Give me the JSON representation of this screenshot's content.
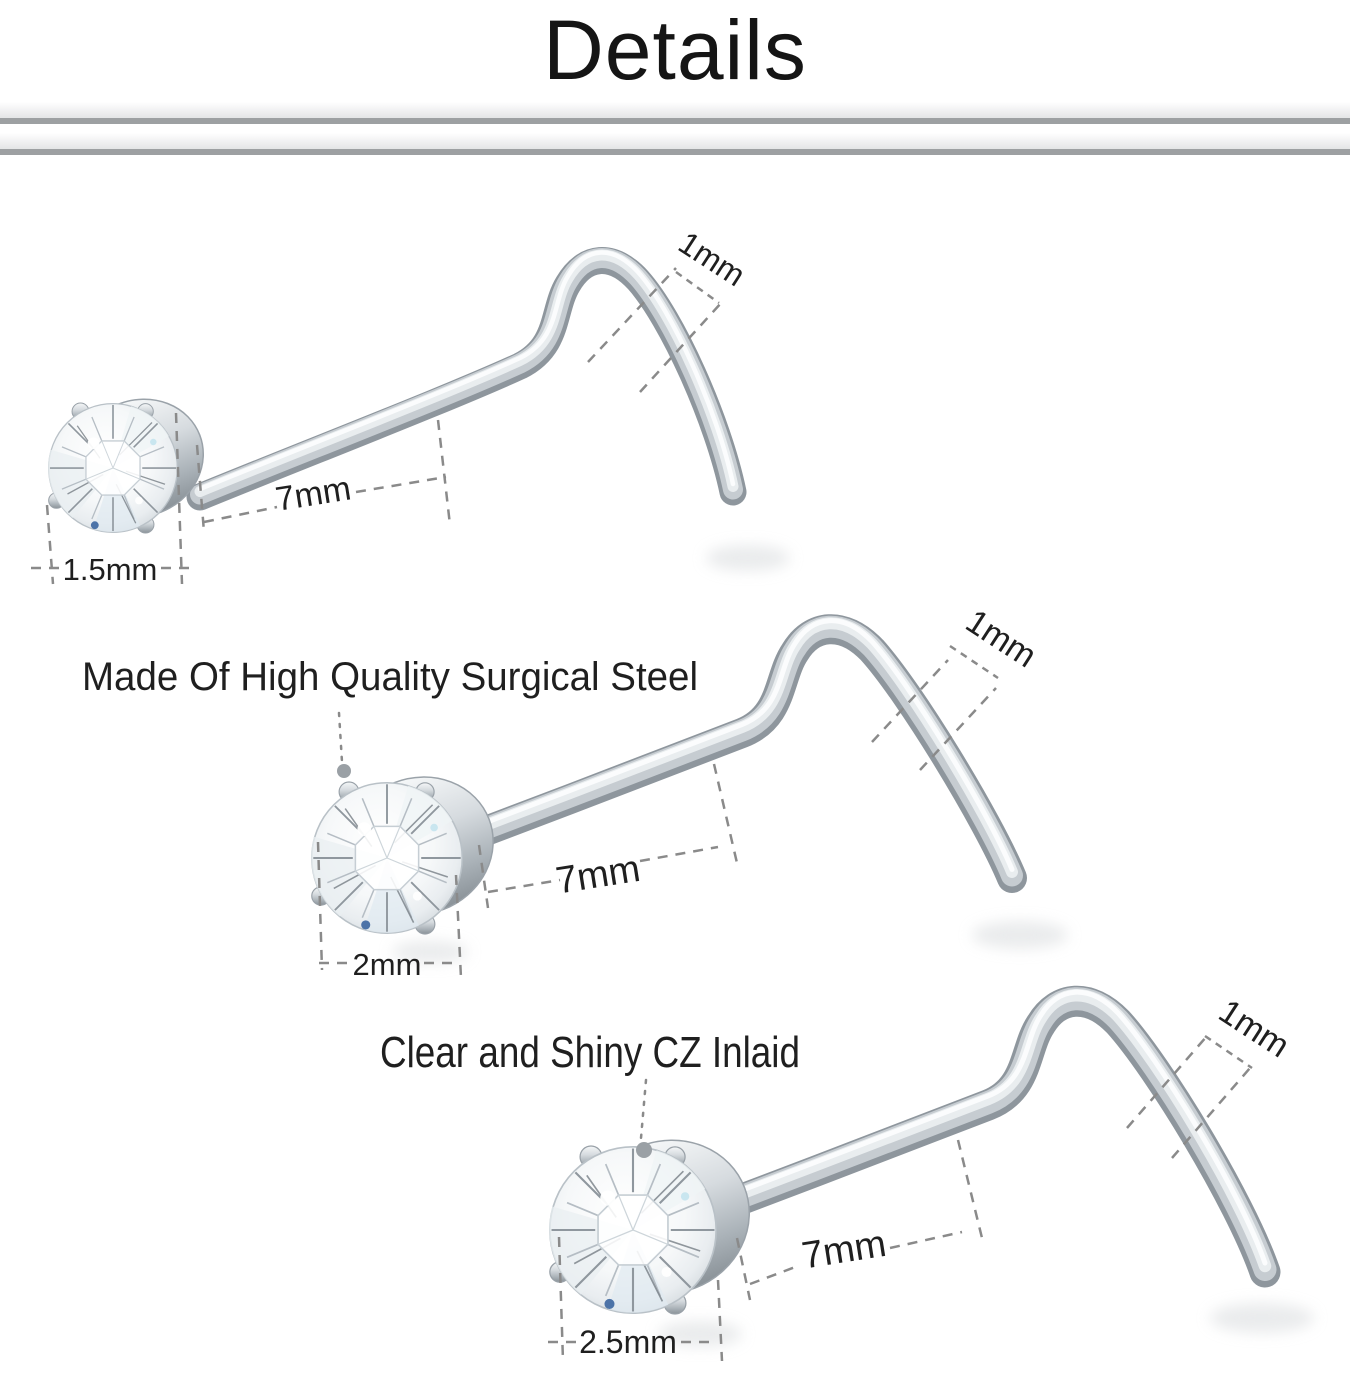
{
  "page": {
    "title": "Details"
  },
  "notes": {
    "material": "Made Of High Quality Surgical Steel",
    "stone": "Clear and Shiny CZ Inlaid"
  },
  "screws": [
    {
      "id": "top",
      "gem_size_label": "1.5mm",
      "bar_length_label": "7mm",
      "wire_gauge_label": "1mm"
    },
    {
      "id": "middle",
      "gem_size_label": "2mm",
      "bar_length_label": "7mm",
      "wire_gauge_label": "1mm"
    },
    {
      "id": "bottom",
      "gem_size_label": "2.5mm",
      "bar_length_label": "7mm",
      "wire_gauge_label": "1mm"
    }
  ],
  "colors": {
    "metal_dark": "#8e969d",
    "metal_mid": "#c6ccd1",
    "metal_light": "#e9edef",
    "annotation_gray": "#8a8a8a",
    "accent_blue": "#3c66a0"
  }
}
